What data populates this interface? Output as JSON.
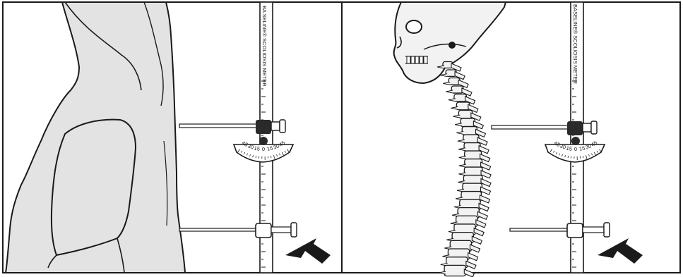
{
  "figure": {
    "panels": [
      {
        "id": "left",
        "subject": "person-in-hoodie-side-view",
        "device": {
          "vertical_label": "BA SELINE® SCOLIOSIS METER",
          "dial_labels": [
            "45",
            "30",
            "15",
            "0",
            "15",
            "30",
            "45"
          ]
        }
      },
      {
        "id": "right",
        "subject": "skeleton-spine-side-view",
        "device": {
          "vertical_label": "BASELINE® SCOLIOSIS METER",
          "dial_labels": [
            "45",
            "30",
            "15",
            "0",
            "15",
            "30",
            "45"
          ]
        }
      }
    ]
  },
  "colors": {
    "line": "#1a1a1a",
    "figure_fill": "#e3e3e3",
    "background": "#ffffff",
    "bone_fill": "#f2f2f2"
  },
  "icons": [
    "arrow-pointer-icon",
    "adjustment-knob-icon"
  ]
}
